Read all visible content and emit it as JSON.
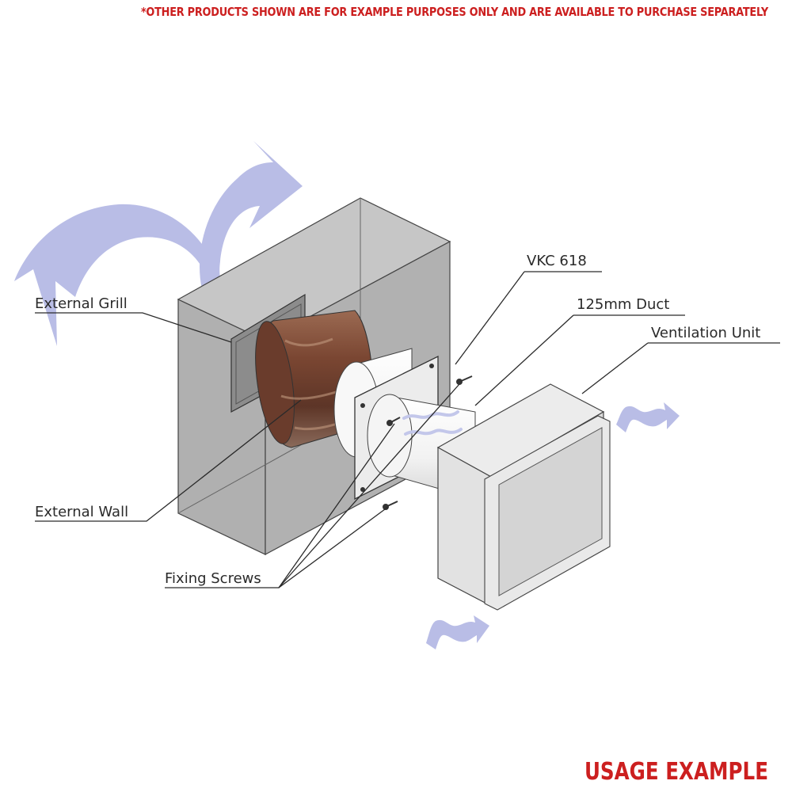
{
  "notice": "*OTHER PRODUCTS SHOWN ARE FOR EXAMPLE PURPOSES ONLY AND ARE AVAILABLE TO PURCHASE SEPARATELY",
  "usage_label": "USAGE EXAMPLE",
  "labels": {
    "vkc": "VKC 618",
    "duct": "125mm Duct",
    "ventilation_unit": "Ventilation Unit",
    "external_grill": "External Grill",
    "external_wall": "External Wall",
    "fixing_screws": "Fixing Screws"
  },
  "colors": {
    "notice": "#cc1f1f",
    "arrow": "#b9bde6",
    "wall": "#b3b3b3",
    "duct_brick": "#7a4b36",
    "line": "#2a2a2a"
  }
}
